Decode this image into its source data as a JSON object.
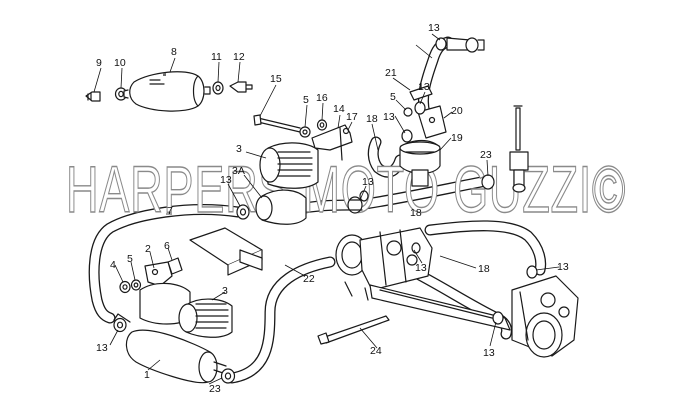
{
  "watermark": {
    "text": "HARPERS MOTO GUZZI©"
  },
  "callouts": [
    "9",
    "10",
    "8",
    "11",
    "12",
    "15",
    "5",
    "16",
    "14",
    "17",
    "18",
    "21",
    "13",
    "13",
    "5",
    "13",
    "20",
    "19",
    "23",
    "3",
    "3A",
    "13",
    "13",
    "18",
    "7",
    "2",
    "6",
    "4",
    "5",
    "3",
    "22",
    "13",
    "18",
    "13",
    "24",
    "13",
    "1",
    "23",
    "13",
    "13"
  ],
  "icons": {
    "fuel_filter": "fuel-filter-icon",
    "fuel_pump": "fuel-pump-icon",
    "fuel_tap": "fuel-tap-icon",
    "pressure_regulator": "pressure-regulator-icon",
    "throttle_body": "throttle-body-icon",
    "cable_tie": "cable-tie-icon"
  }
}
